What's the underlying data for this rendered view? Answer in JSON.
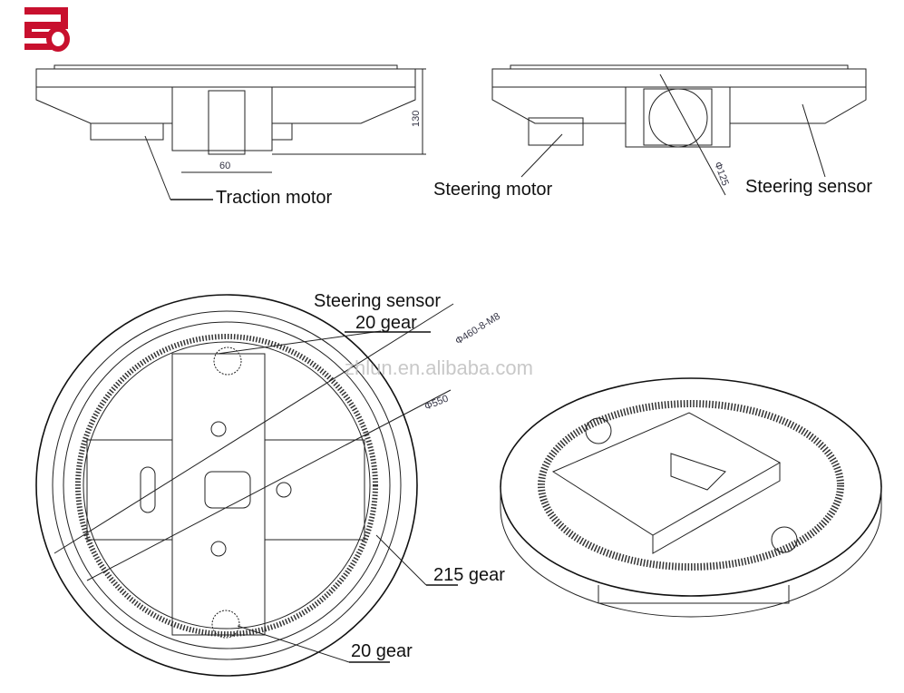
{
  "logo": {
    "color": "#c8102e"
  },
  "top_views": {
    "left": {
      "label": "Traction motor",
      "dim_height": "130",
      "dim_width": "60"
    },
    "right": {
      "label_motor": "Steering motor",
      "label_sensor": "Steering sensor",
      "dim_diameter": "Φ125"
    }
  },
  "plan_view": {
    "label_sensor": "Steering sensor",
    "label_gear_top": "20 gear",
    "label_gear_ring": "215 gear",
    "label_gear_bottom": "20 gear",
    "dim_bolt_circle": "Φ460-8-M8",
    "dim_outer": "Φ550"
  },
  "watermark": "zhlun.en.alibaba.com"
}
